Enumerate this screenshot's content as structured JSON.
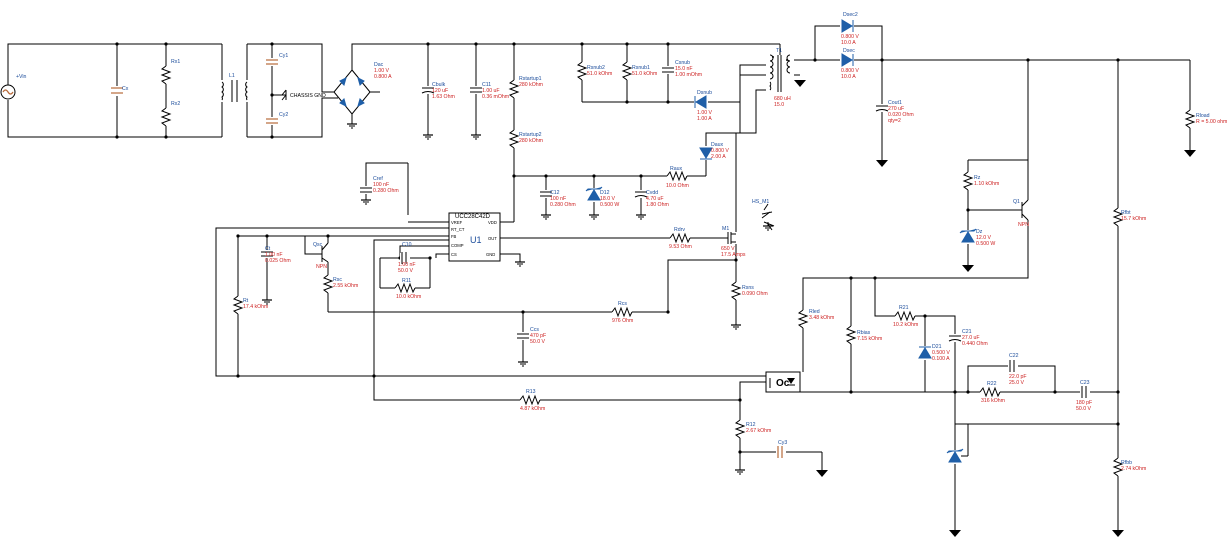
{
  "components": {
    "vin": {
      "name": "+Vin"
    },
    "cx": {
      "name": "Cx"
    },
    "rx1": {
      "name": "Rx1"
    },
    "rx2": {
      "name": "Rx2"
    },
    "l1": {
      "name": "L1"
    },
    "cy1": {
      "name": "Cy1"
    },
    "cy2": {
      "name": "Cy2"
    },
    "chassis": {
      "name": "CHASSIS GND"
    },
    "dac": {
      "name": "Dac",
      "v1": "1.00 V",
      "v2": "0.800 A"
    },
    "cbulk": {
      "name": "Cbulk",
      "v1": "120 uF",
      "v2": "1.63 Ohm"
    },
    "c11": {
      "name": "C11",
      "v1": "1.00 uF",
      "v2": "0.36 mOhm"
    },
    "rstartup1": {
      "name": "Rstartup1",
      "v1": "280 kOhm"
    },
    "rstartup2": {
      "name": "Rstartup2",
      "v1": "280 kOhm"
    },
    "rsnub2": {
      "name": "Rsnub2",
      "v1": "51.0 kOhm"
    },
    "rsnub1": {
      "name": "Rsnub1",
      "v1": "51.0 kOhm"
    },
    "csnub": {
      "name": "Csnub",
      "v1": "15.0 nF",
      "v2": "1.00 mOhm"
    },
    "dsnub": {
      "name": "Dsnub",
      "v1": "1.00 V",
      "v2": "1.00 A"
    },
    "t1": {
      "name": "T1",
      "v1": "680 uH",
      "v2": "15.0"
    },
    "dsec2": {
      "name": "Dsec2",
      "v1": "0.800 V",
      "v2": "10.0 A"
    },
    "dsec": {
      "name": "Dsec",
      "v1": "0.800 V",
      "v2": "10.0 A"
    },
    "cout1": {
      "name": "Cout1",
      "v1": "270 uF",
      "v2": "0.020 Ohm",
      "v3": "qty=2"
    },
    "rload": {
      "name": "Rload",
      "v1": "R = 5.00 ohm"
    },
    "daux": {
      "name": "Daux",
      "v1": "0.800 V",
      "v2": "2.00 A"
    },
    "raux": {
      "name": "Raux",
      "v1": "10.0 Ohm"
    },
    "c12": {
      "name": "C12",
      "v1": "100 nF",
      "v2": "0.280 Ohm"
    },
    "d12": {
      "name": "D12",
      "v1": "18.0 V",
      "v2": "0.500 W"
    },
    "cvdd": {
      "name": "Cvdd",
      "v1": "4.70 uF",
      "v2": "1.80 Ohm"
    },
    "cref": {
      "name": "Cref",
      "v1": "100 nF",
      "v2": "0.280 Ohm"
    },
    "u1": {
      "name": "UCC28C42D",
      "label": "U1",
      "pins": {
        "vref": "VREF",
        "vdd": "VDD",
        "rtct": "RT_CT",
        "fb": "FB",
        "out": "OUT",
        "comp": "COMP",
        "cs": "CS",
        "gnd": "GND"
      }
    },
    "ct": {
      "name": "Ct",
      "v1": "1.00 nF",
      "v2": "0.025 Ohm"
    },
    "qsc": {
      "name": "Qsc",
      "v1": "NPN"
    },
    "rsc": {
      "name": "Rsc",
      "v1": "2.55 kOhm"
    },
    "c10": {
      "name": "C10",
      "v1": "1.00 nF",
      "v2": "50.0 V"
    },
    "r11": {
      "name": "R11",
      "v1": "10.0 kOhm"
    },
    "rt": {
      "name": "Rt",
      "v1": "17.4 kOhm"
    },
    "rdrv": {
      "name": "Rdrv",
      "v1": "9.53 Ohm"
    },
    "m1": {
      "name": "M1",
      "v1": "650 V",
      "v2": "17.5 Amps"
    },
    "hsm1": {
      "name": "HS_M1"
    },
    "rsns": {
      "name": "Rsns",
      "v1": "0.090 Ohm"
    },
    "rcs": {
      "name": "Rcs",
      "v1": "976 Ohm"
    },
    "ccs": {
      "name": "Ccs",
      "v1": "470 pF",
      "v2": "50.0 V"
    },
    "r13": {
      "name": "R13",
      "v1": "4.87 kOhm"
    },
    "r12": {
      "name": "R12",
      "v1": "2.67 kOhm"
    },
    "cy3": {
      "name": "Cy3"
    },
    "rz": {
      "name": "Rz",
      "v1": "1.10 kOhm"
    },
    "dz": {
      "name": "Dz",
      "v1": "12.0 V",
      "v2": "0.500 W"
    },
    "q1": {
      "name": "Q1",
      "v1": "NPN"
    },
    "rfbt": {
      "name": "Rfbt",
      "v1": "15.7 kOhm"
    },
    "rled": {
      "name": "Rled",
      "v1": "3.48 kOhm"
    },
    "rbias": {
      "name": "Rbias",
      "v1": "7.15 kOhm"
    },
    "r21": {
      "name": "R21",
      "v1": "10.2 kOhm"
    },
    "c21": {
      "name": "C21",
      "v1": "27.0 uF",
      "v2": "0.440 Ohm"
    },
    "d21": {
      "name": "D21",
      "v1": "0.500 V",
      "v2": "0.100 A"
    },
    "c22": {
      "name": "C22",
      "v1": "22.0 pF",
      "v2": "25.0 V"
    },
    "r22": {
      "name": "R22",
      "v1": "316 kOhm"
    },
    "c23": {
      "name": "C23",
      "v1": "180 pF",
      "v2": "50.0 V"
    },
    "rfbb": {
      "name": "Rfbb",
      "v1": "2.74 kOhm"
    },
    "oc": {
      "name": "Oc"
    }
  },
  "colors": {
    "wire": "#000000",
    "label": "#1a4b9a",
    "value": "#cc1f1f",
    "diode": "#1f5fa8",
    "ycap": "#b86a3a"
  }
}
